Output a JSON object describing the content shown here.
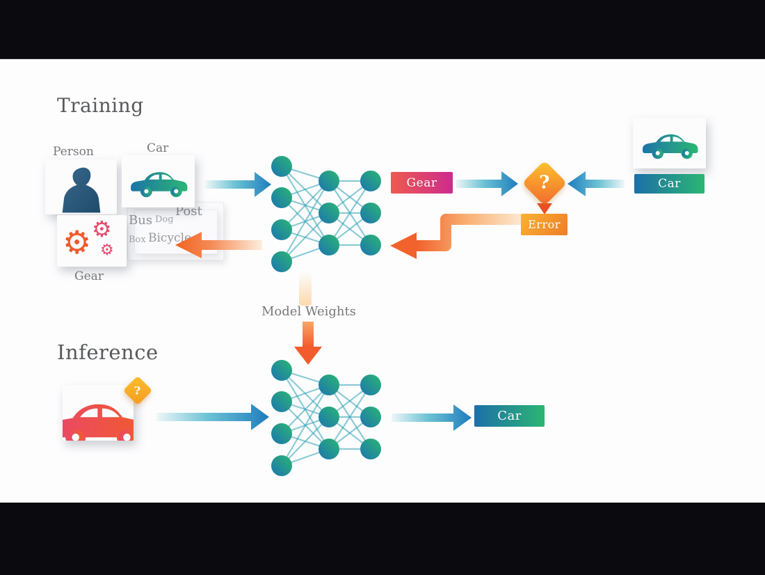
{
  "headings": {
    "training": "Training",
    "inference": "Inference"
  },
  "training": {
    "input_labels": {
      "person": "Person",
      "car": "Car",
      "gear": "Gear"
    },
    "word_cloud": {
      "post": "Post",
      "bus": "Bus",
      "dog": "Dog",
      "box": "Box",
      "bicycle": "Bicycle"
    },
    "prediction_label": "Gear",
    "ground_truth_label": "Car",
    "error_label": "Error",
    "question_mark": "?"
  },
  "model_weights_label": "Model Weights",
  "inference": {
    "output_label": "Car",
    "question_mark": "?"
  },
  "network": {
    "layers": [
      4,
      3,
      3
    ]
  },
  "colors": {
    "node_green": "#2bb673",
    "node_blue": "#1c74b0",
    "arrow_blue": "#1e7dbd",
    "orange": "#f26322",
    "magenta": "#cd2b8e",
    "gold": "#fbbf2d",
    "heading_gray": "#58595b"
  }
}
